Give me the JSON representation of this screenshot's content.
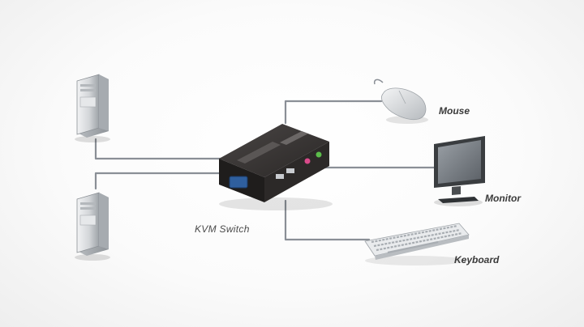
{
  "diagram": {
    "labels": {
      "kvm": "KVM Switch",
      "mouse": "Mouse",
      "monitor": "Monitor",
      "keyboard": "Keyboard"
    },
    "icons": {
      "computer_top": "tower-computer-icon",
      "computer_bottom": "tower-computer-icon",
      "kvm": "kvm-switch-icon",
      "mouse": "mouse-icon",
      "monitor": "monitor-icon",
      "keyboard": "keyboard-icon"
    },
    "colors": {
      "cable": "#8a8f96",
      "switch_body": "#2d2a29",
      "device_gray": "#c9ccd0"
    }
  }
}
